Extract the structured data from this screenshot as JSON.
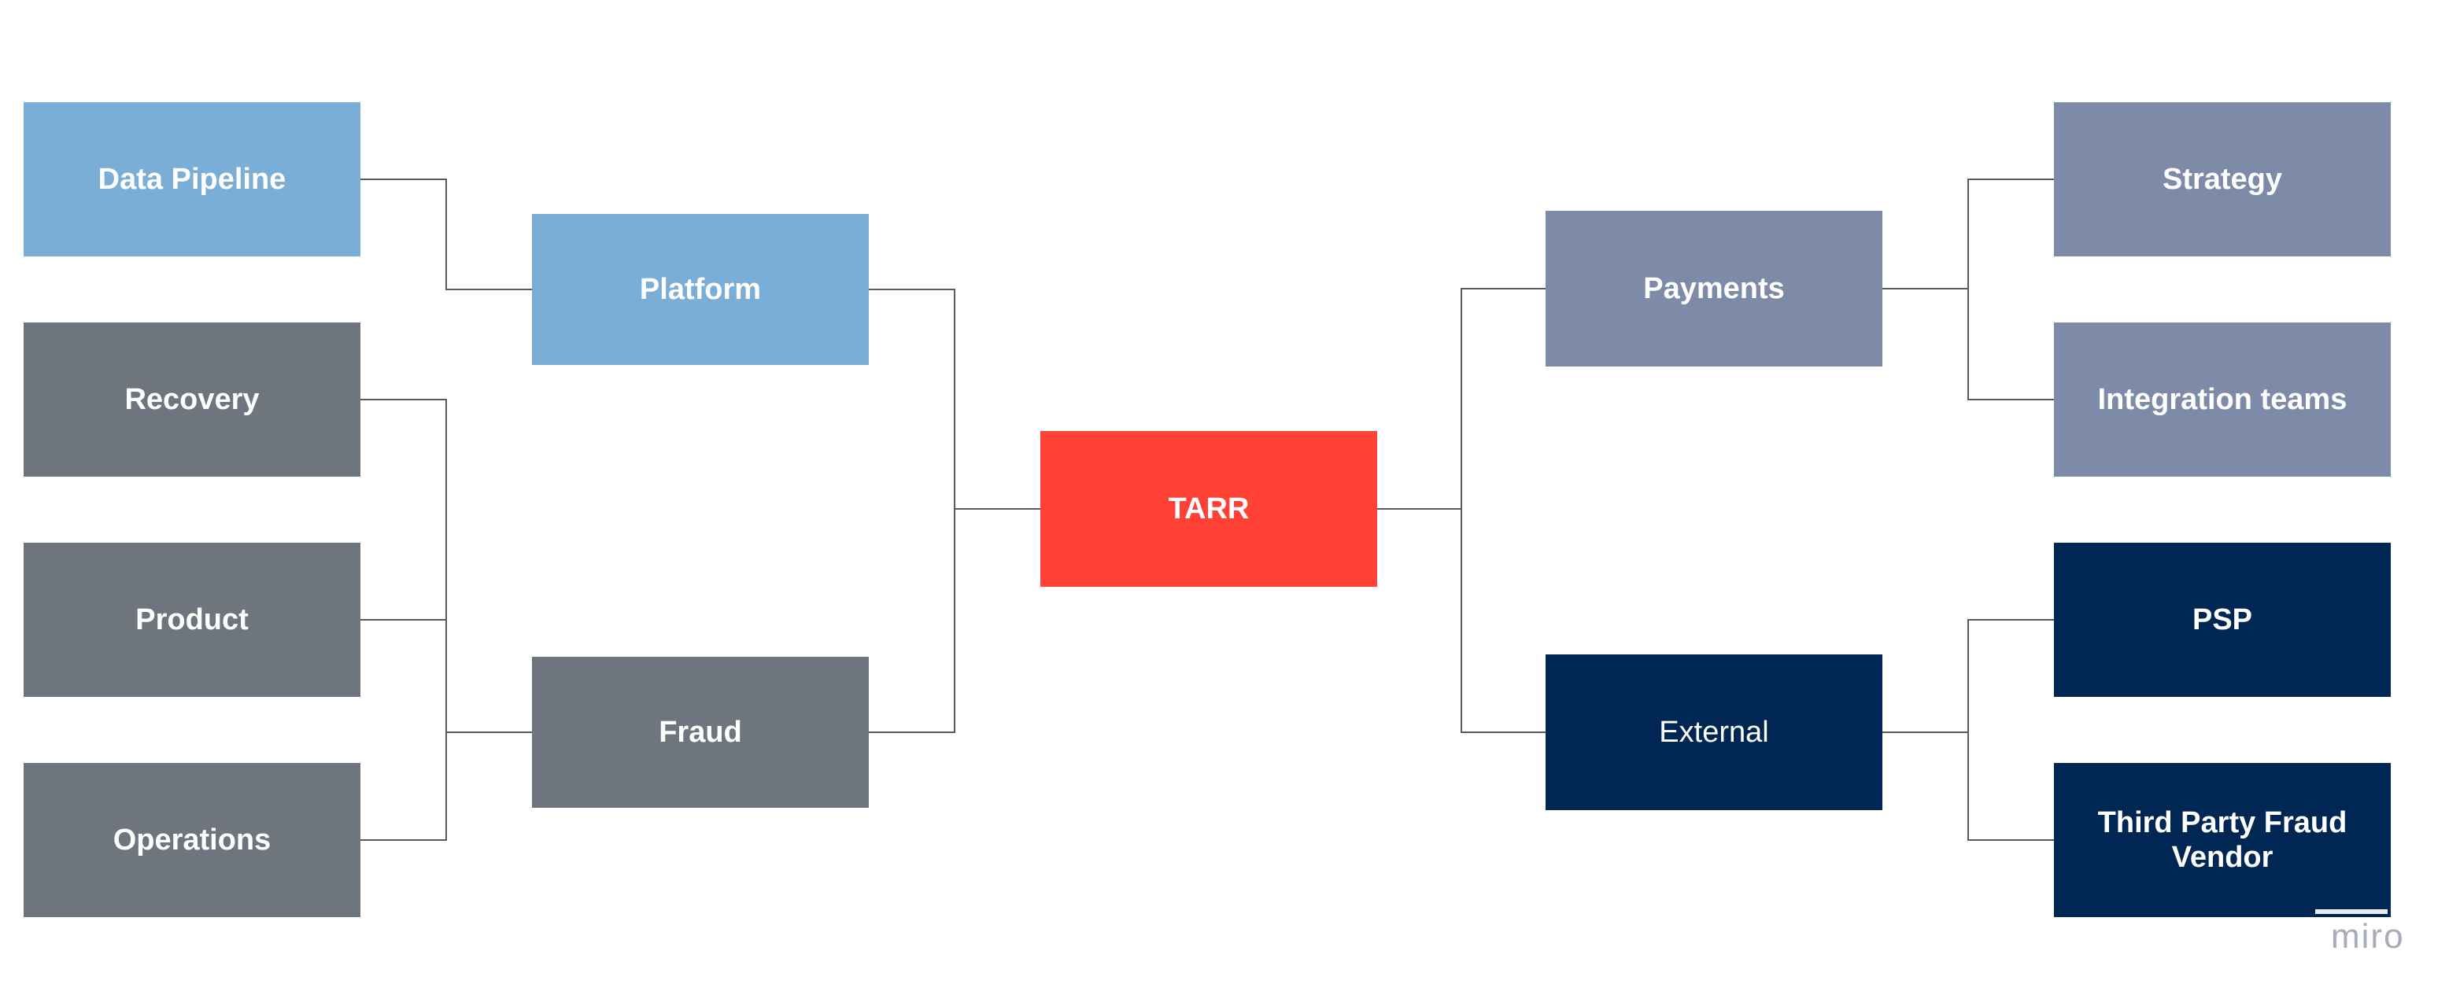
{
  "colors": {
    "light_blue": "#7aaed6",
    "gray": "#6f757f",
    "slate": "#7d8aa8",
    "navy": "#002654",
    "red": "#ff4136",
    "line": "#5a5a5a"
  },
  "nodes": {
    "data_pipeline": "Data Pipeline",
    "recovery": "Recovery",
    "product": "Product",
    "operations": "Operations",
    "platform": "Platform",
    "fraud": "Fraud",
    "tarr": "TARR",
    "payments": "Payments",
    "external": "External",
    "strategy": "Strategy",
    "integration_teams": "Integration teams",
    "psp": "PSP",
    "third_party_fraud_vendor": "Third Party Fraud Vendor"
  },
  "edges": [
    [
      "tarr",
      "platform"
    ],
    [
      "tarr",
      "fraud"
    ],
    [
      "tarr",
      "payments"
    ],
    [
      "tarr",
      "external"
    ],
    [
      "platform",
      "data_pipeline"
    ],
    [
      "fraud",
      "recovery"
    ],
    [
      "fraud",
      "product"
    ],
    [
      "fraud",
      "operations"
    ],
    [
      "payments",
      "strategy"
    ],
    [
      "payments",
      "integration_teams"
    ],
    [
      "external",
      "psp"
    ],
    [
      "external",
      "third_party_fraud_vendor"
    ]
  ],
  "watermark": "miro"
}
